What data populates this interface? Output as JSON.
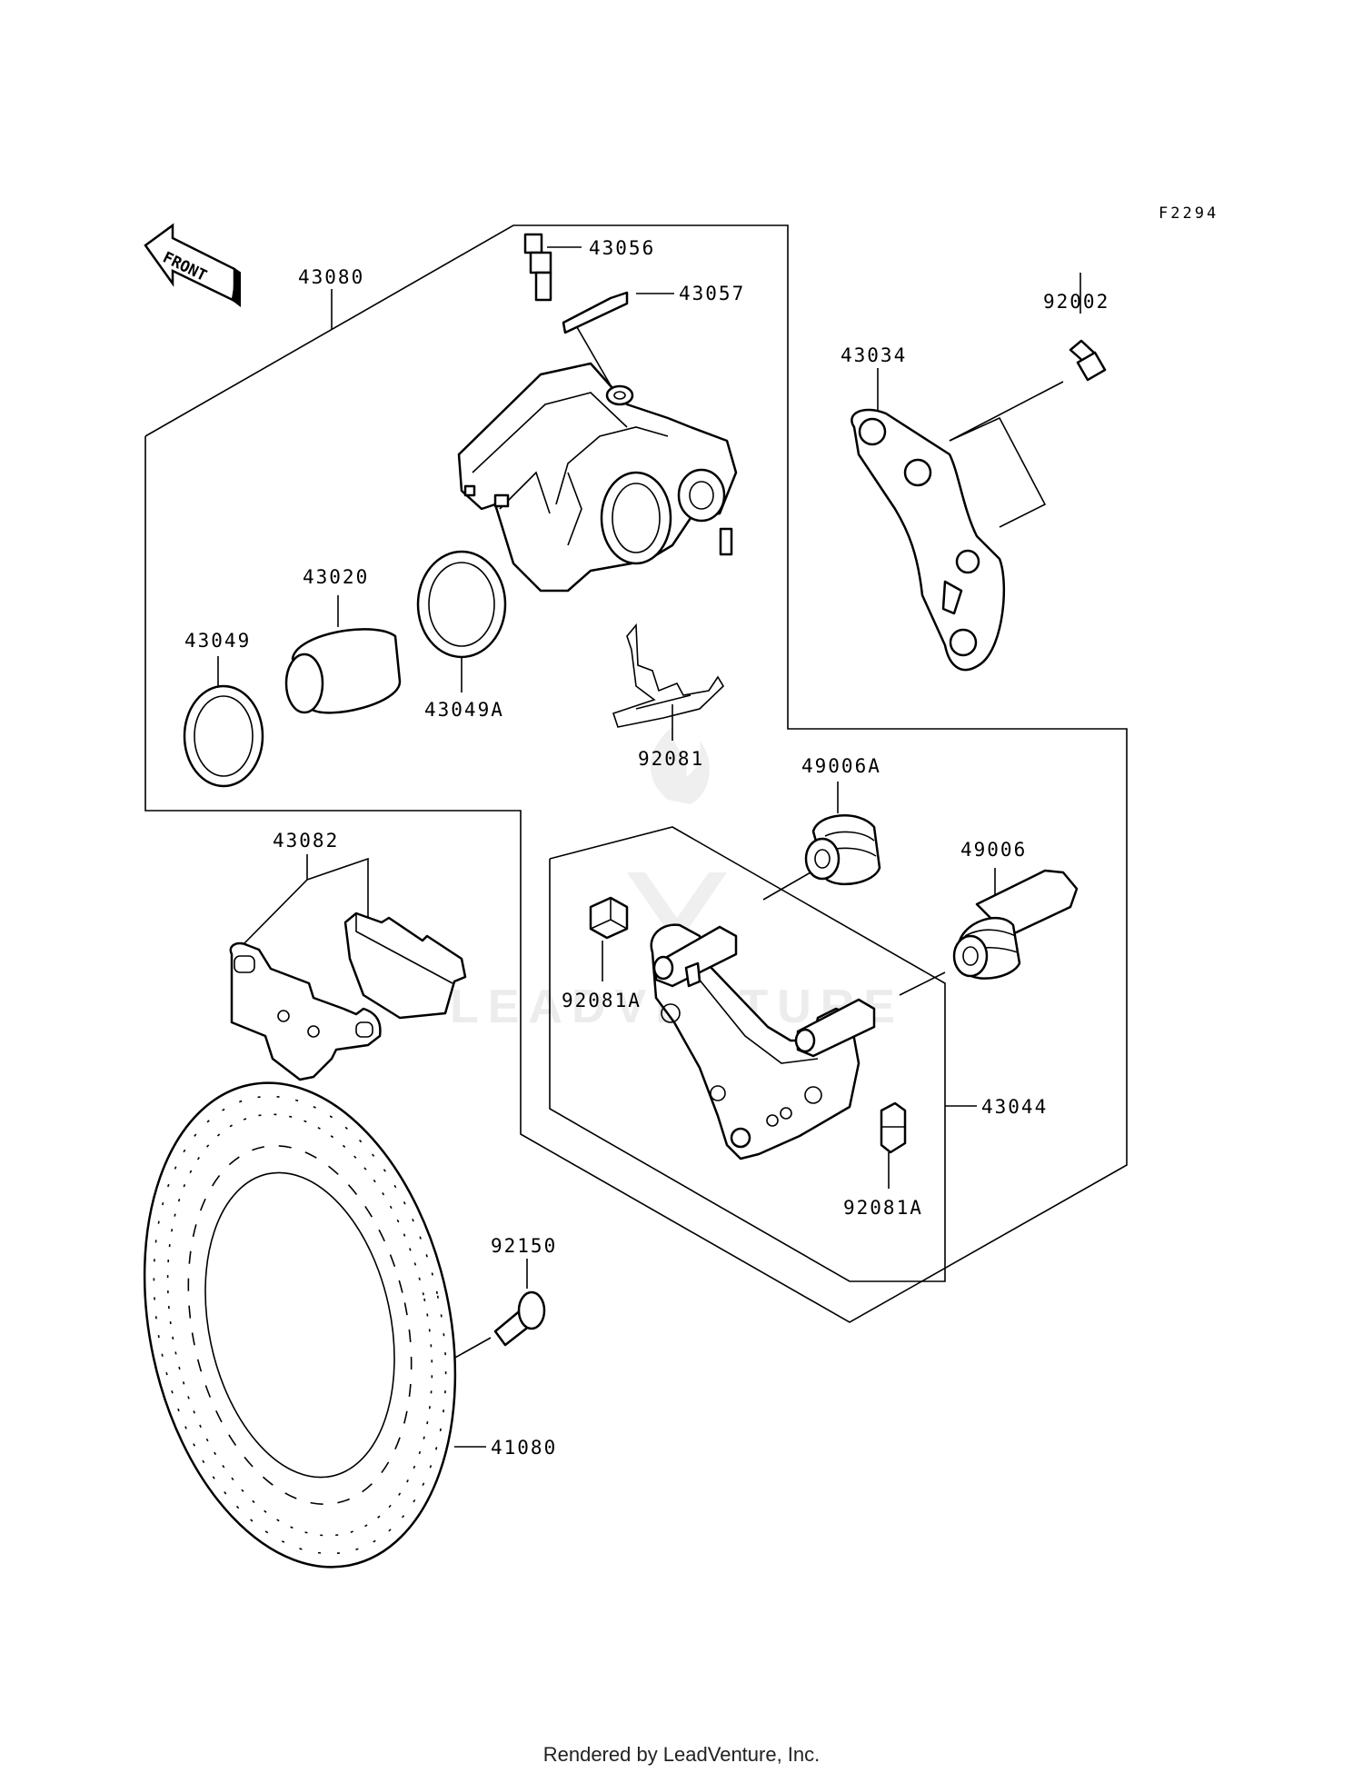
{
  "figure_code": "F2294",
  "direction_label": "FRONT",
  "watermark": "LEADVENTURE",
  "footer": "Rendered by LeadVenture, Inc.",
  "labels": {
    "p43080": "43080",
    "p43056": "43056",
    "p43057": "43057",
    "p92002": "92002",
    "p43034": "43034",
    "p43020": "43020",
    "p43049": "43049",
    "p43049A": "43049A",
    "p92081": "92081",
    "p49006A": "49006A",
    "p49006": "49006",
    "p43082": "43082",
    "p92081A_left": "92081A",
    "p43044": "43044",
    "p92081A_right": "92081A",
    "p92150": "92150",
    "p41080": "41080"
  }
}
